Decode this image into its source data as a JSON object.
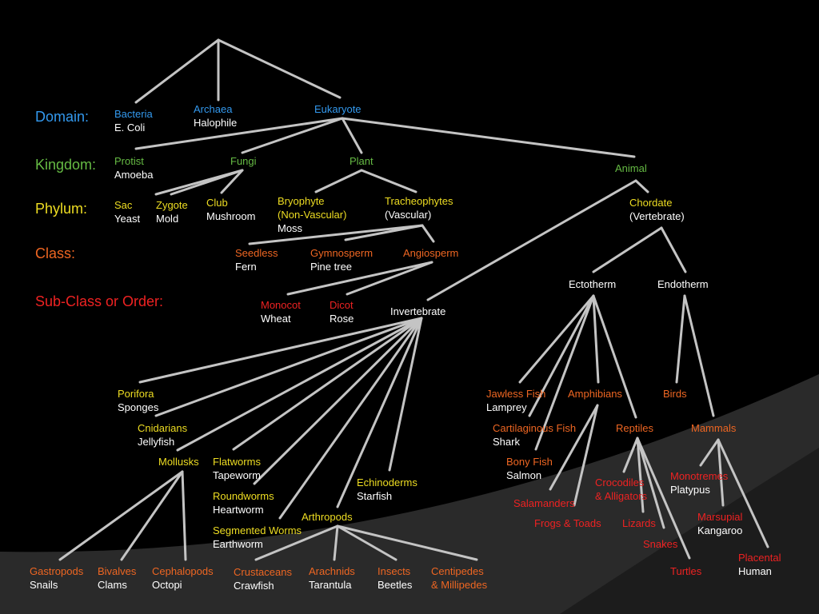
{
  "colors": {
    "background": "#000000",
    "panel": "#2a2a2a",
    "line": "#c4c4c4",
    "domain": "#3399ee",
    "kingdom": "#66bb44",
    "phylum": "#eedd22",
    "class": "#ee6622",
    "order": "#ee2222",
    "example": "#ffffff"
  },
  "ranks": {
    "domain": "Domain:",
    "kingdom": "Kingdom:",
    "phylum": "Phylum:",
    "class": "Class:",
    "order": "Sub-Class or Order:"
  },
  "nodes": {
    "bacteria": {
      "name": "Bacteria",
      "example": "E. Coli"
    },
    "archaea": {
      "name": "Archaea",
      "example": "Halophile"
    },
    "eukaryote": {
      "name": "Eukaryote",
      "example": ""
    },
    "protist": {
      "name": "Protist",
      "example": "Amoeba"
    },
    "fungi": {
      "name": "Fungi",
      "example": ""
    },
    "plant": {
      "name": "Plant",
      "example": ""
    },
    "animal": {
      "name": "Animal",
      "example": ""
    },
    "sac": {
      "name": "Sac",
      "example": "Yeast"
    },
    "zygote": {
      "name": "Zygote",
      "example": "Mold"
    },
    "club": {
      "name": "Club",
      "example": "Mushroom"
    },
    "bryophyte": {
      "name": "Bryophyte",
      "name2": "(Non-Vascular)",
      "example": "Moss"
    },
    "tracheophytes": {
      "name": "Tracheophytes",
      "example": "(Vascular)"
    },
    "chordate": {
      "name": "Chordate",
      "example": "(Vertebrate)"
    },
    "seedless": {
      "name": "Seedless",
      "example": "Fern"
    },
    "gymnosperm": {
      "name": "Gymnosperm",
      "example": "Pine tree"
    },
    "angiosperm": {
      "name": "Angiosperm",
      "example": ""
    },
    "ectotherm": {
      "name": "Ectotherm",
      "example": ""
    },
    "endotherm": {
      "name": "Endotherm",
      "example": ""
    },
    "monocot": {
      "name": "Monocot",
      "example": "Wheat"
    },
    "dicot": {
      "name": "Dicot",
      "example": "Rose"
    },
    "invertebrate": {
      "name": "Invertebrate",
      "example": ""
    },
    "porifora": {
      "name": "Porifora",
      "example": "Sponges"
    },
    "cnidarians": {
      "name": "Cnidarians",
      "example": "Jellyfish"
    },
    "mollusks": {
      "name": "Mollusks",
      "example": ""
    },
    "flatworms": {
      "name": "Flatworms",
      "example": "Tapeworm"
    },
    "roundworms": {
      "name": "Roundworms",
      "example": "Heartworm"
    },
    "segmented": {
      "name": "Segmented Worms",
      "example": "Earthworm"
    },
    "echinoderms": {
      "name": "Echinoderms",
      "example": "Starfish"
    },
    "arthropods": {
      "name": "Arthropods",
      "example": ""
    },
    "gastropods": {
      "name": "Gastropods",
      "example": "Snails"
    },
    "bivalves": {
      "name": "Bivalves",
      "example": "Clams"
    },
    "cephalopods": {
      "name": "Cephalopods",
      "example": "Octopi"
    },
    "crustaceans": {
      "name": "Crustaceans",
      "example": "Crawfish"
    },
    "arachnids": {
      "name": "Arachnids",
      "example": "Tarantula"
    },
    "insects": {
      "name": "Insects",
      "example": "Beetles"
    },
    "centipedes": {
      "name": "Centipedes",
      "name2": "& Millipedes",
      "example": ""
    },
    "jawless": {
      "name": "Jawless Fish",
      "example": "Lamprey"
    },
    "amphibians": {
      "name": "Amphibians",
      "example": ""
    },
    "birds": {
      "name": "Birds",
      "example": ""
    },
    "cartilaginous": {
      "name": "Cartilaginous Fish",
      "example": "Shark"
    },
    "reptiles": {
      "name": "Reptiles",
      "example": ""
    },
    "mammals": {
      "name": "Mammals",
      "example": ""
    },
    "bony": {
      "name": "Bony Fish",
      "example": "Salmon"
    },
    "crocodiles": {
      "name": "Crocodiles",
      "name2": "& Alligators",
      "example": ""
    },
    "monotremes": {
      "name": "Monotremes",
      "example": "Platypus"
    },
    "salamanders": {
      "name": "Salamanders",
      "example": ""
    },
    "frogs": {
      "name": "Frogs & Toads",
      "example": ""
    },
    "lizards": {
      "name": "Lizards",
      "example": ""
    },
    "marsupial": {
      "name": "Marsupial",
      "example": "Kangaroo"
    },
    "snakes": {
      "name": "Snakes",
      "example": ""
    },
    "placental": {
      "name": "Placental",
      "example": "Human"
    },
    "turtles": {
      "name": "Turtles",
      "example": ""
    }
  }
}
